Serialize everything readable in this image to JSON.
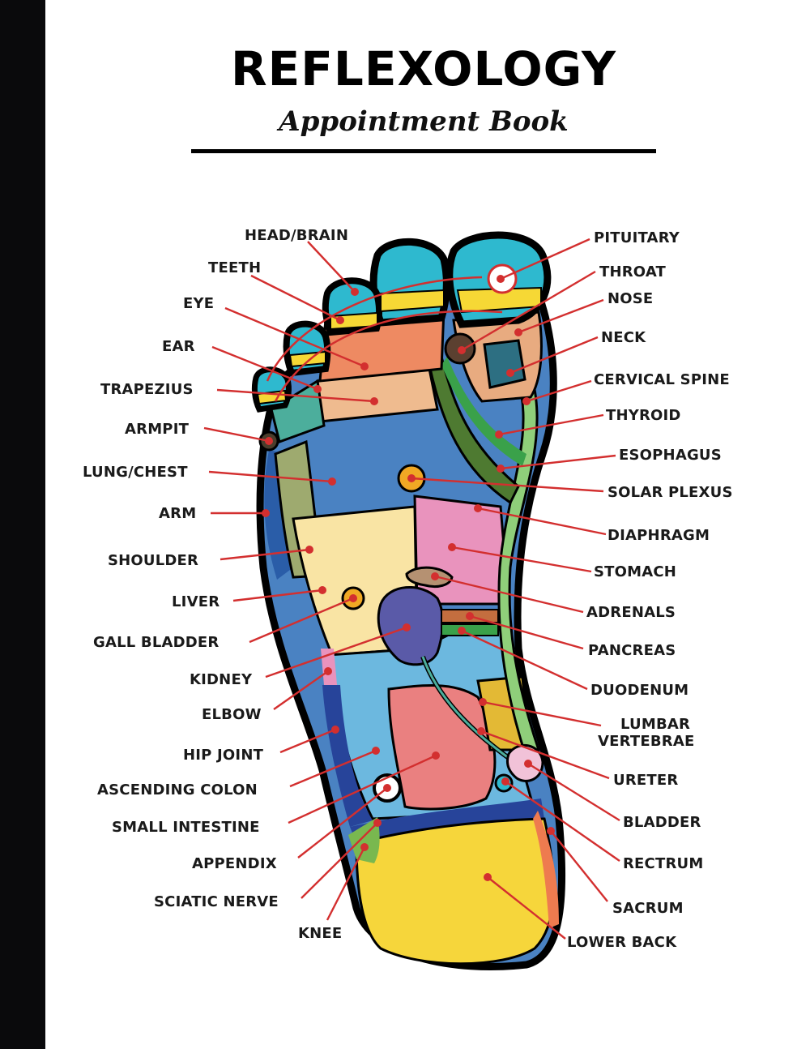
{
  "cover": {
    "title": "REFLEXOLOGY",
    "subtitle": "Appointment Book"
  },
  "colors": {
    "spine": "#0a0a0c",
    "leader": "#d32f2f",
    "outline": "#000000"
  },
  "labels": {
    "head_brain": "HEAD/BRAIN",
    "teeth": "TEETH",
    "eye": "EYE",
    "ear": "EAR",
    "trapezius": "TRAPEZIUS",
    "armpit": "ARMPIT",
    "lung_chest": "LUNG/CHEST",
    "arm": "ARM",
    "shoulder": "SHOULDER",
    "liver": "LIVER",
    "gall_bladder": "GALL BLADDER",
    "kidney": "KIDNEY",
    "elbow": "ELBOW",
    "hip_joint": "HIP JOINT",
    "ascending_colon": "ASCENDING COLON",
    "small_intestine": "SMALL INTESTINE",
    "appendix": "APPENDIX",
    "sciatic_nerve": "SCIATIC NERVE",
    "knee": "KNEE",
    "pituitary": "PITUITARY",
    "throat": "THROAT",
    "nose": "NOSE",
    "neck": "NECK",
    "cervical_spine": "CERVICAL SPINE",
    "thyroid": "THYROID",
    "esophagus": "ESOPHAGUS",
    "solar_plexus": "SOLAR PLEXUS",
    "diaphragm": "DIAPHRAGM",
    "stomach": "STOMACH",
    "adrenals": "ADRENALS",
    "pancreas": "PANCREAS",
    "duodenum": "DUODENUM",
    "lumbar_1": "LUMBAR",
    "lumbar_2": "VERTEBRAE",
    "ureter": "URETER",
    "bladder": "BLADDER",
    "rectrum": "RECTRUM",
    "sacrum": "SACRUM",
    "lower_back": "LOWER BACK"
  }
}
